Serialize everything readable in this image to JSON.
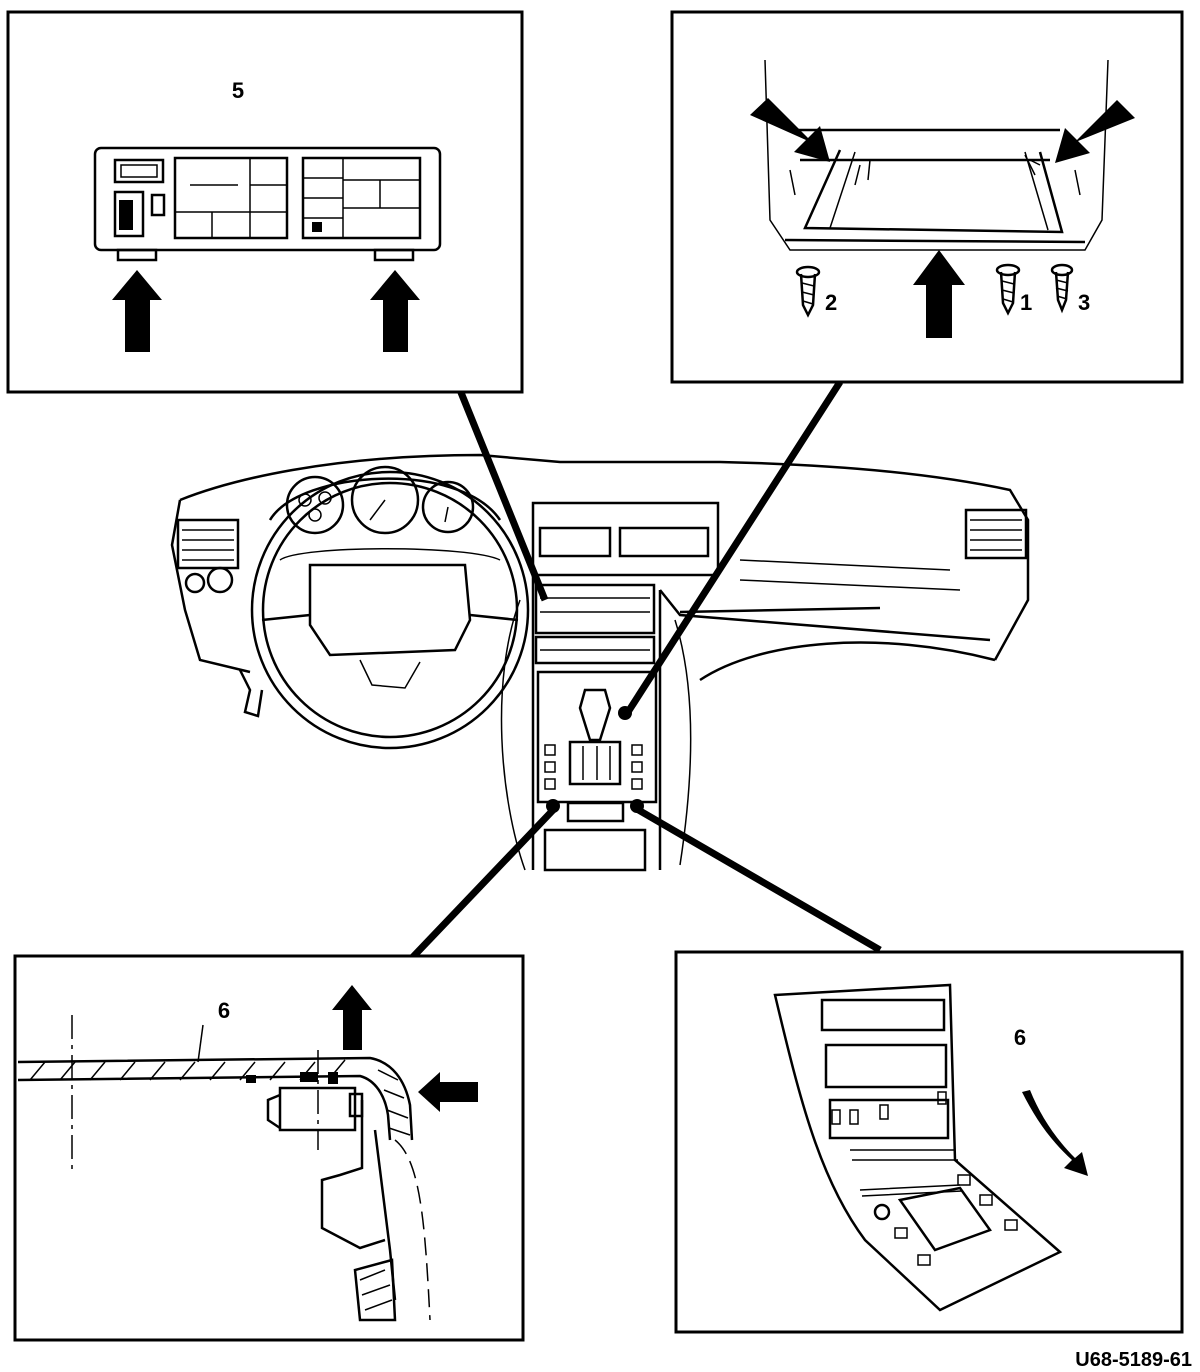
{
  "figure": {
    "reference_code": "U68-5189-61"
  },
  "callouts": {
    "top_left": {
      "part_number": "5"
    },
    "top_right": {
      "screw_1": "1",
      "screw_2": "2",
      "screw_3": "3"
    },
    "bottom_left": {
      "part_number": "6"
    },
    "bottom_right": {
      "part_number": "6"
    }
  }
}
